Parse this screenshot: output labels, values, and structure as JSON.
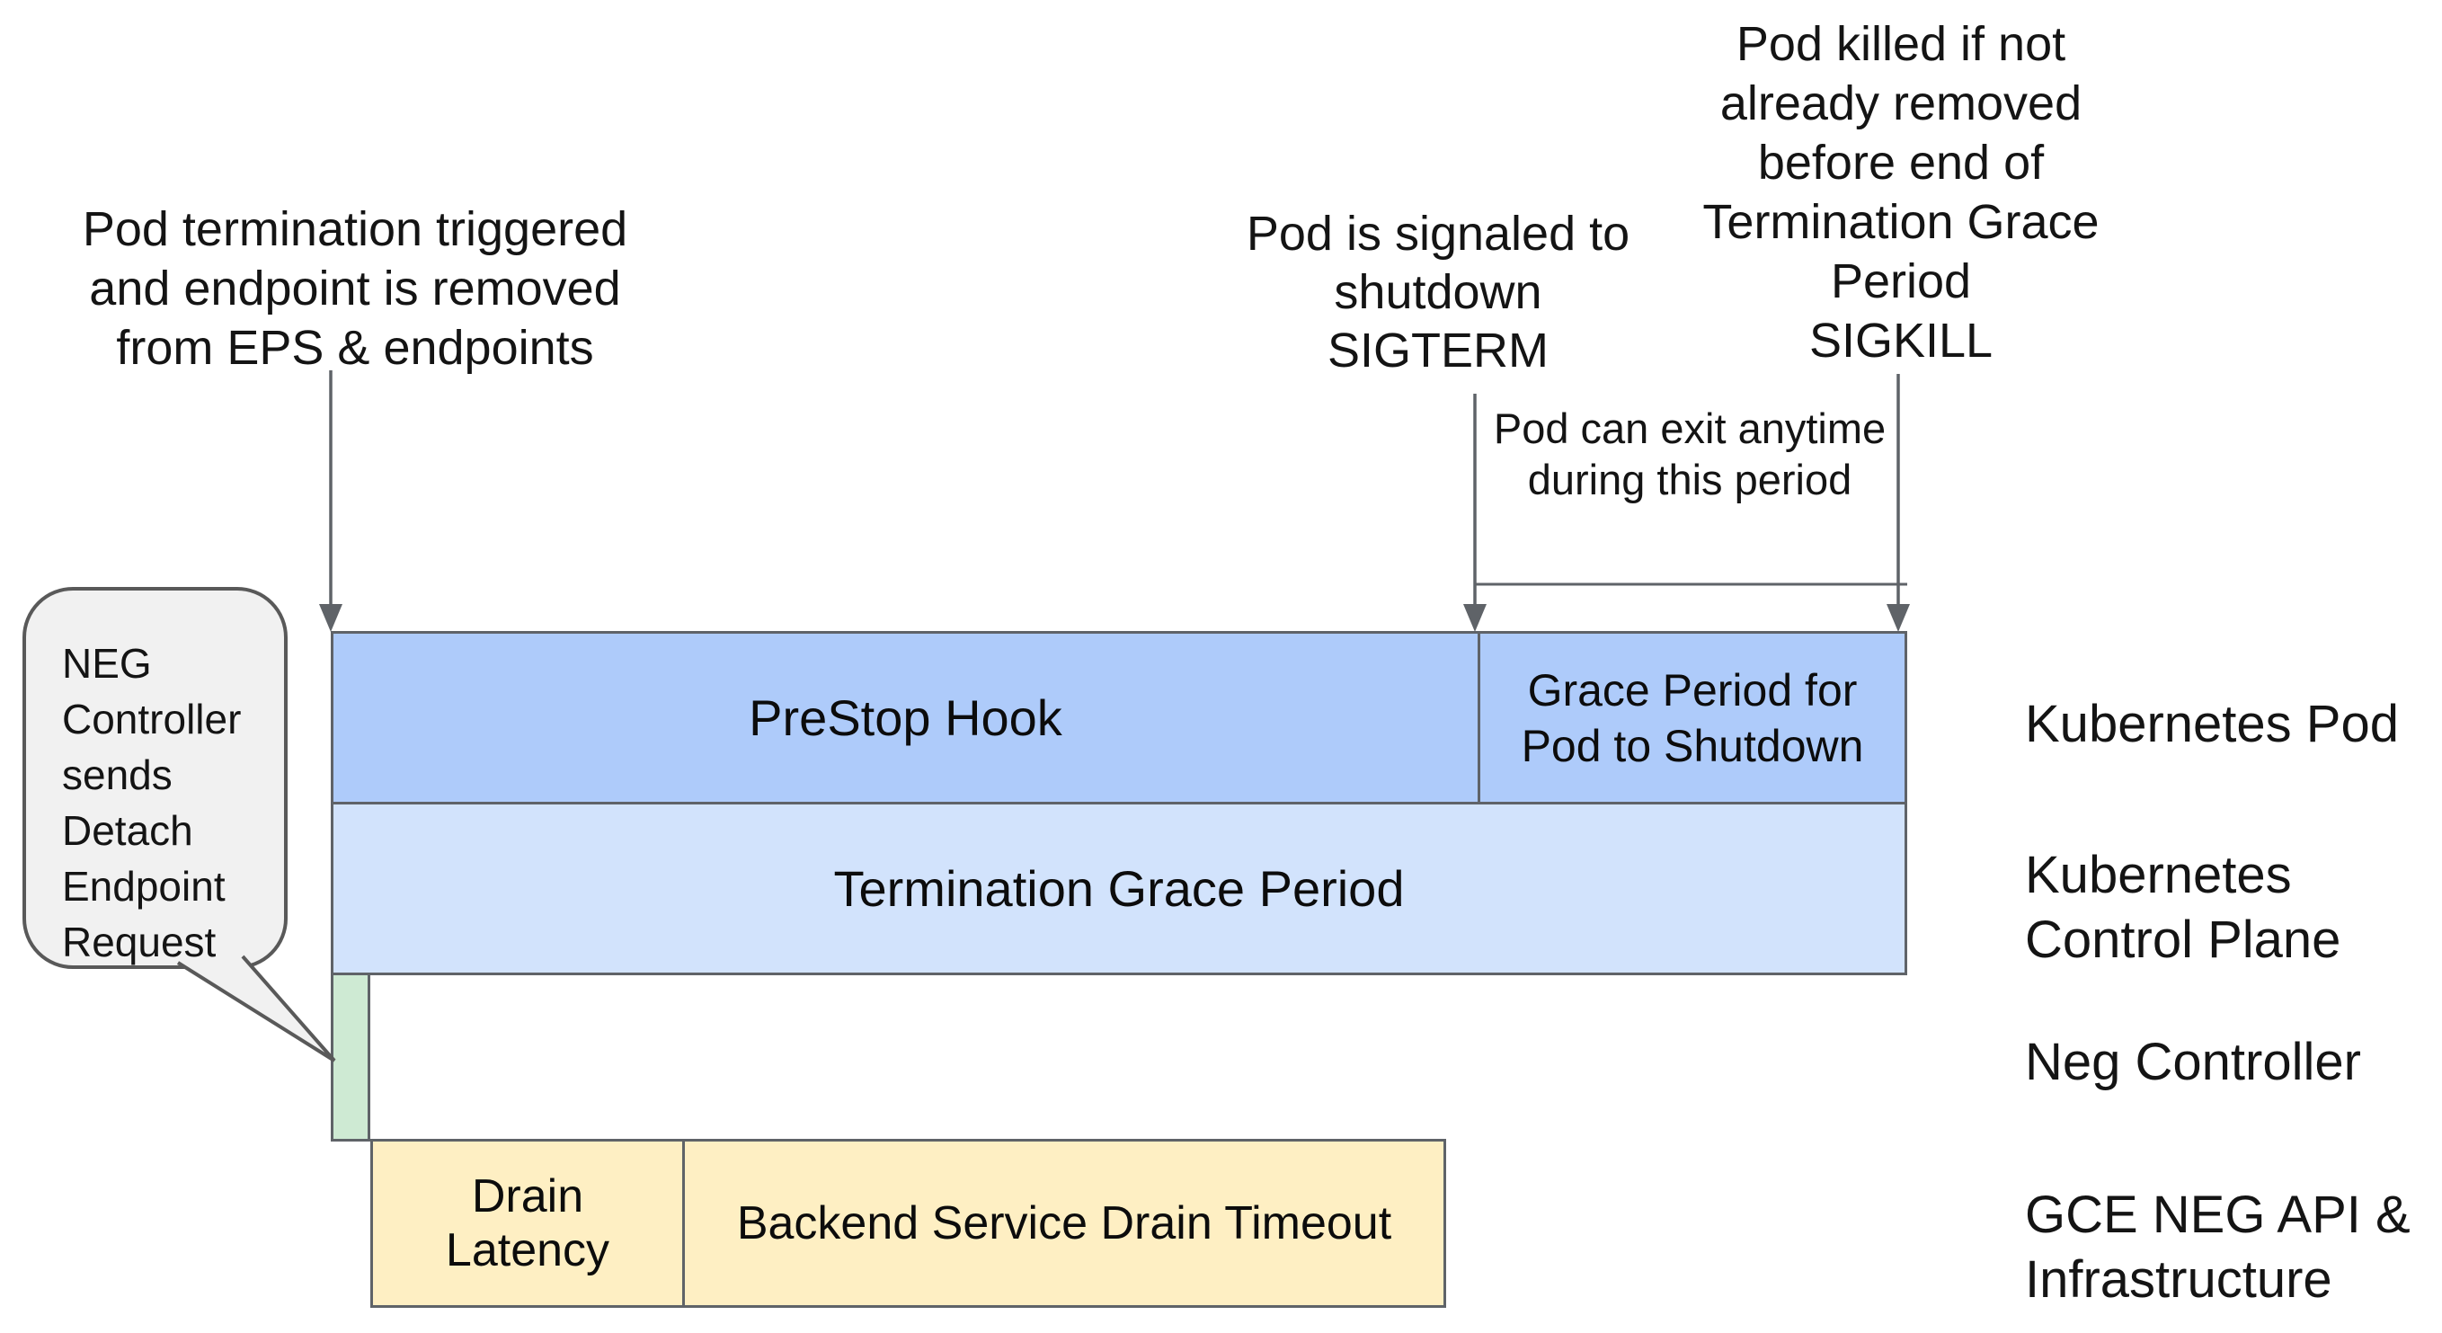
{
  "callouts": {
    "pod_termination": "Pod termination triggered\nand endpoint is removed\nfrom EPS & endpoints",
    "sigterm": "Pod is signaled to\nshutdown\nSIGTERM",
    "sigkill": "Pod killed if not\nalready removed\nbefore end of\nTermination Grace\nPeriod\nSIGKILL",
    "exit_anytime": "Pod can exit anytime\nduring this period",
    "neg_bubble": "NEG\nController\nsends\nDetach\nEndpoint\nRequest"
  },
  "bars": {
    "prestop": "PreStop Hook",
    "grace_period": "Grace Period for\nPod to Shutdown",
    "termination_grace": "Termination Grace Period",
    "drain_latency": "Drain\nLatency",
    "backend_drain": "Backend Service Drain Timeout"
  },
  "lanes": [
    {
      "id": "kubernetes-pod",
      "label": "Kubernetes Pod"
    },
    {
      "id": "kubernetes-control-plane",
      "label": "Kubernetes\nControl Plane"
    },
    {
      "id": "neg-controller",
      "label": "Neg Controller"
    },
    {
      "id": "gce-neg-api",
      "label": "GCE NEG API &\nInfrastructure"
    }
  ],
  "colors": {
    "pod_bar": "#aecbfa",
    "control_plane_bar": "#d2e3fc",
    "neg_bar": "#ceead3",
    "gce_bar": "#feefc3",
    "bubble_fill": "#f1f1f1",
    "line": "#5f6368"
  }
}
